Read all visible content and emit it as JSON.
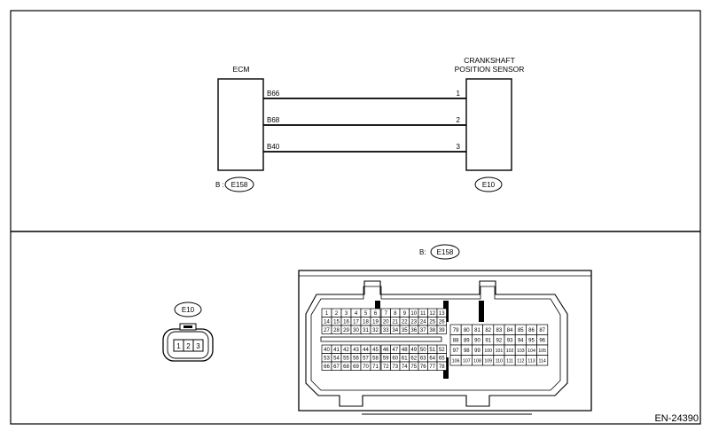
{
  "top": {
    "ecm_label": "ECM",
    "sensor_label_line1": "CRANKSHAFT",
    "sensor_label_line2": "POSITION SENSOR",
    "wires": [
      {
        "ecm_pin": "B66",
        "sensor_pin": "1"
      },
      {
        "ecm_pin": "B68",
        "sensor_pin": "2"
      },
      {
        "ecm_pin": "B40",
        "sensor_pin": "3"
      }
    ],
    "ecm_connector_prefix": "B :",
    "ecm_connector_id": "E158",
    "sensor_connector_id": "E10"
  },
  "bottom": {
    "sensor_connector_id": "E10",
    "sensor_connector_pins": [
      "1",
      "2",
      "3"
    ],
    "ecm_connector_prefix": "B:",
    "ecm_connector_id": "E158",
    "ecm_connector_pins": {
      "block_a": [
        [
          "1",
          "2",
          "3",
          "4",
          "5",
          "6"
        ],
        [
          "14",
          "15",
          "16",
          "17",
          "18",
          "19"
        ],
        [
          "27",
          "28",
          "29",
          "30",
          "31",
          "32"
        ]
      ],
      "block_b": [
        [
          "7",
          "8",
          "9",
          "10",
          "11",
          "12",
          "13"
        ],
        [
          "20",
          "21",
          "22",
          "23",
          "24",
          "25",
          "26"
        ],
        [
          "33",
          "34",
          "35",
          "36",
          "37",
          "38",
          "39"
        ]
      ],
      "block_c": [
        [
          "40",
          "41",
          "42",
          "43",
          "44",
          "45"
        ],
        [
          "53",
          "54",
          "55",
          "56",
          "57",
          "58"
        ],
        [
          "66",
          "67",
          "68",
          "69",
          "70",
          "71"
        ]
      ],
      "block_d": [
        [
          "46",
          "47",
          "48",
          "49",
          "50",
          "51",
          "52"
        ],
        [
          "59",
          "60",
          "61",
          "62",
          "63",
          "64",
          "65"
        ],
        [
          "72",
          "73",
          "74",
          "75",
          "76",
          "77",
          "78"
        ]
      ],
      "block_e": [
        [
          "79",
          "80",
          "81",
          "82",
          "83",
          "84",
          "85",
          "86",
          "87"
        ],
        [
          "88",
          "89",
          "90",
          "91",
          "92",
          "93",
          "94",
          "95",
          "96"
        ],
        [
          "97",
          "98",
          "99",
          "100",
          "101",
          "102",
          "103",
          "104",
          "105"
        ],
        [
          "106",
          "107",
          "108",
          "109",
          "110",
          "111",
          "112",
          "113",
          "114"
        ]
      ]
    }
  },
  "figure_id": "EN-24390"
}
